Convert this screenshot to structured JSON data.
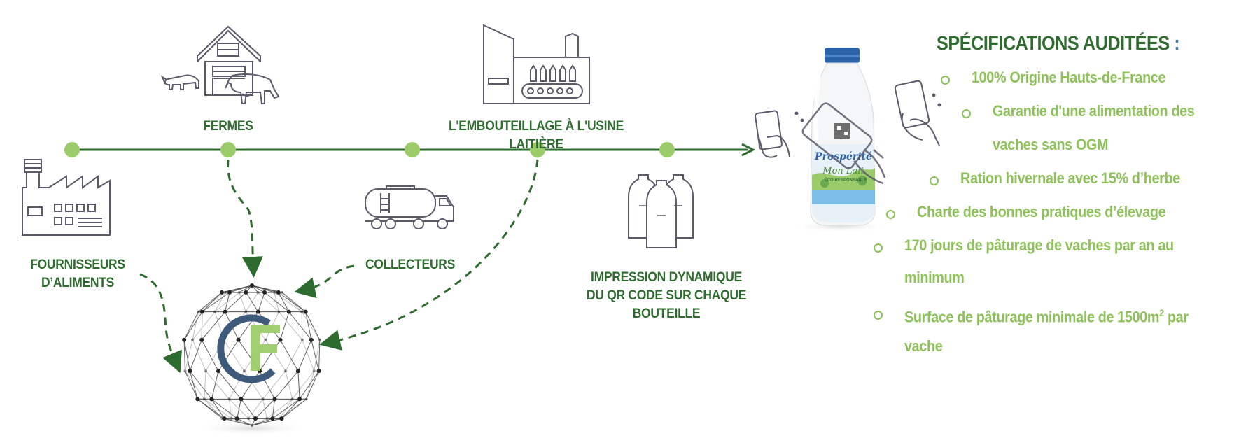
{
  "labels": {
    "fermes": "FERMES",
    "embouteillage": "L'EMBOUTEILLAGE À L'USINE LAITIÈRE",
    "fournisseurs": "FOURNISSEURS D’ALIMENTS",
    "collecteurs": "COLLECTEURS",
    "impression": "IMPRESSION DYNAMIQUE DU QR CODE SUR CHAQUE BOUTEILLE"
  },
  "specs": {
    "title": "SPÉCIFICATIONS AUDITÉES",
    "title_colon": ":",
    "items": [
      "100% Origine Hauts-de-France",
      "Garantie d'une alimentation des",
      "vaches sans OGM",
      "Ration hivernale avec 15% d’herbe",
      "Charte des bonnes pratiques d’élevage",
      "170 jours de pâturage de vaches par an au",
      "minimum",
      "Surface de pâturage minimale de 1500m",
      "2",
      "par",
      "vache"
    ]
  },
  "bottle": {
    "brand": "Prospérité",
    "product": "Mon Lait",
    "tag": "ÉCO-RESPONSABLE"
  },
  "colors": {
    "dark_green": "#2e6b2e",
    "light_green": "#8dc25a",
    "icon_gray": "#5a5a6a",
    "node_green": "#9ccc6a",
    "logo_blue": "#3d5a7a"
  },
  "icons": [
    "factory-icon",
    "barn-icon",
    "cow-icon",
    "tank-truck-icon",
    "bottling-plant-icon",
    "milk-bottles-icon",
    "phone-scan-icon",
    "milk-bottle-image",
    "blockchain-globe-icon"
  ]
}
